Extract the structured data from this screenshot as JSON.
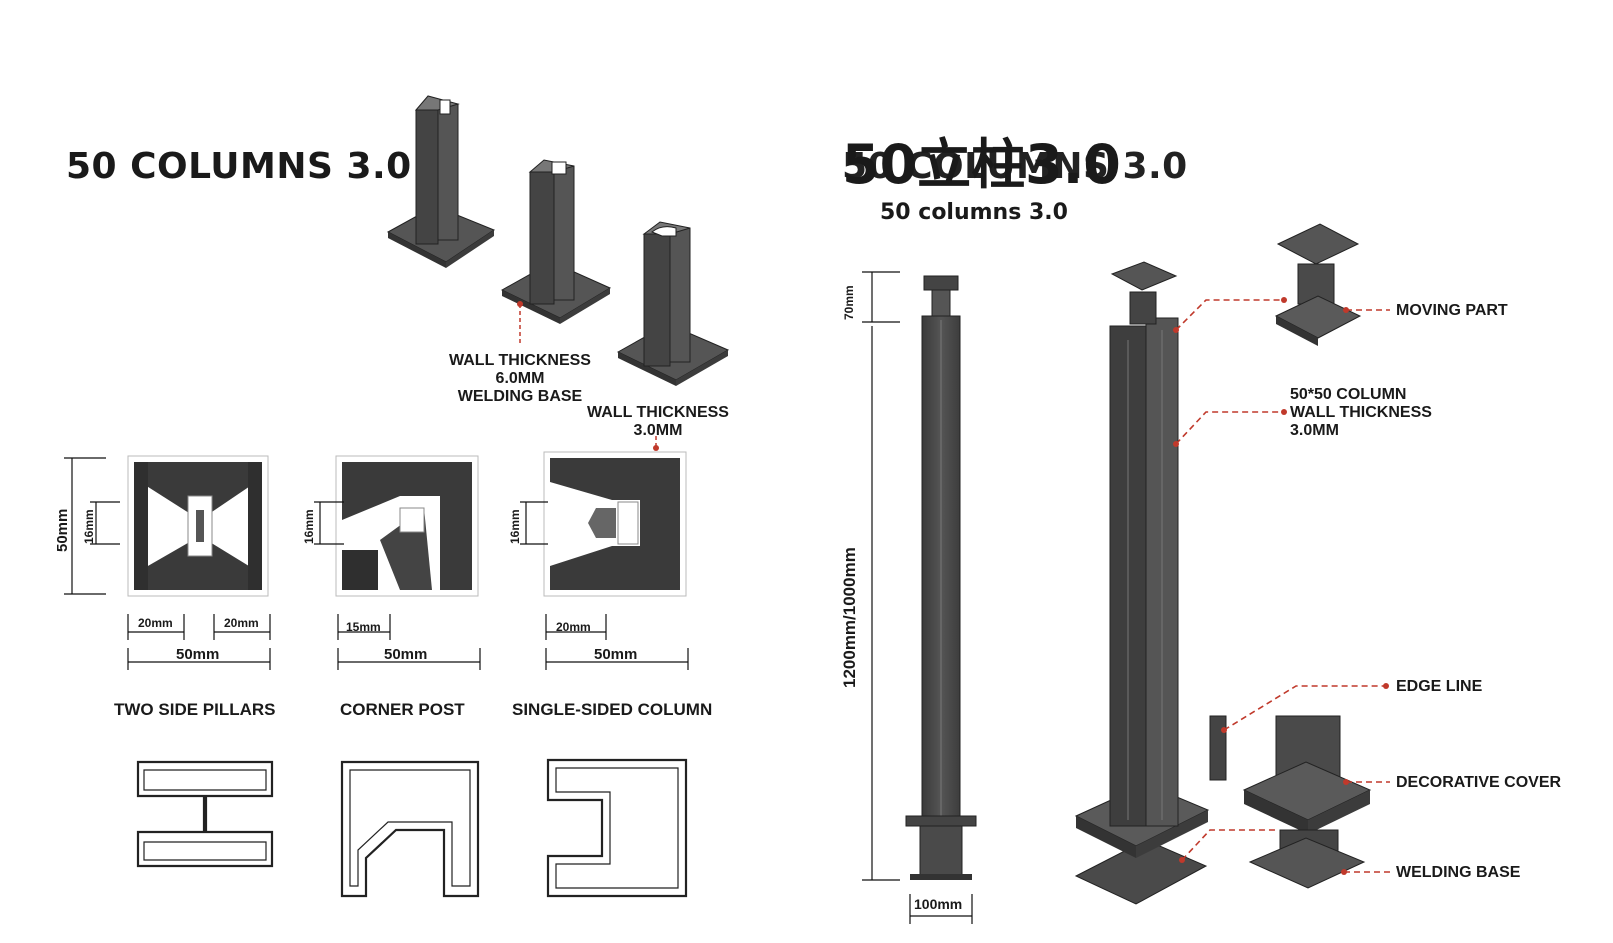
{
  "titles": {
    "left": "50 COLUMNS 3.0",
    "right_overlay": "50 COLUMNS 3.0",
    "right_cn": "50立柱3.0",
    "right_sub": "50 columns 3.0"
  },
  "callouts": {
    "wall6_line1": "WALL THICKNESS",
    "wall6_line2": "6.0MM",
    "wall6_line3": "WELDING BASE",
    "wall3_line1": "WALL THICKNESS",
    "wall3_line2": "3.0MM",
    "moving_part": "MOVING PART",
    "column_line1": "50*50 COLUMN",
    "column_line2": "WALL THICKNESS",
    "column_line3": "3.0MM",
    "edge_line": "EDGE LINE",
    "decorative_cover": "DECORATIVE COVER",
    "welding_base": "WELDING BASE"
  },
  "profiles": {
    "two_side": {
      "name": "TWO SIDE PILLARS",
      "height": "50mm",
      "inner": "16mm",
      "left_w": "20mm",
      "right_w": "20mm",
      "width": "50mm"
    },
    "corner": {
      "name": "CORNER POST",
      "inner": "16mm",
      "left_w": "15mm",
      "width": "50mm"
    },
    "single": {
      "name": "SINGLE-SIDED COLUMN",
      "inner": "16mm",
      "left_w": "20mm",
      "width": "50mm"
    }
  },
  "column_dims": {
    "top": "70mm",
    "height": "1200mm/1000mm",
    "base": "100mm"
  },
  "colors": {
    "metal": "#4a4a4a",
    "metal_dark": "#333333",
    "metal_light": "#6a6a6a",
    "leader": "#c0392b"
  }
}
